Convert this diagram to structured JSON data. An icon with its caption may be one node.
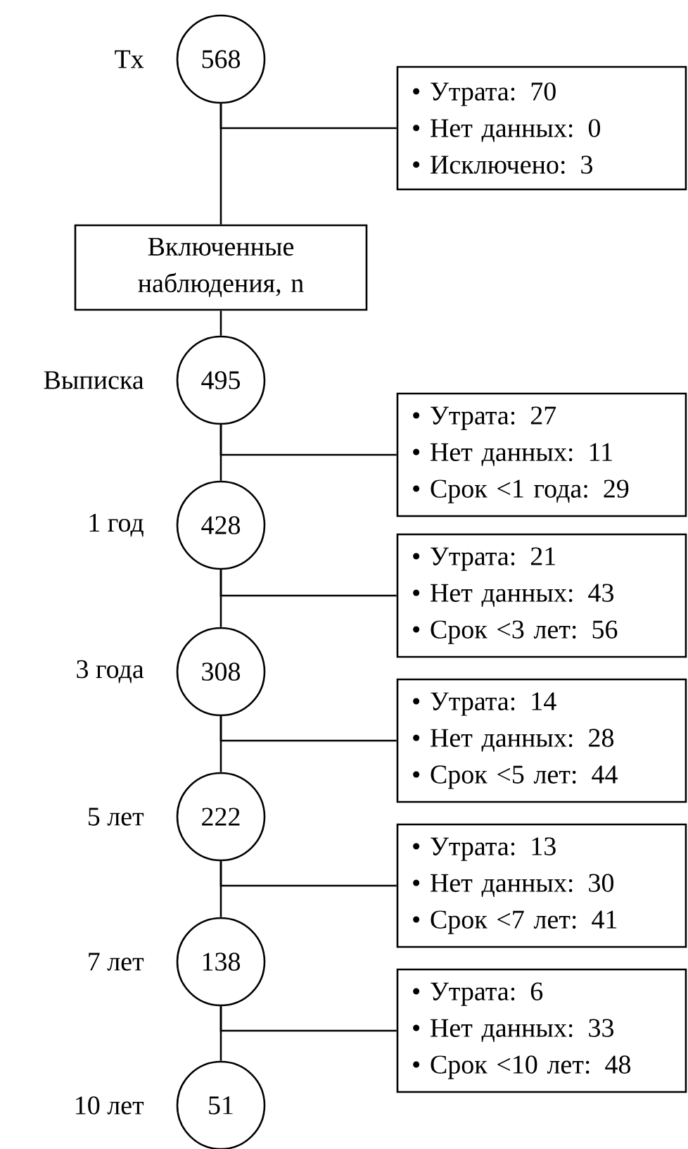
{
  "diagram": {
    "nodes": [
      {
        "text": [
          "568"
        ],
        "beside": [
          "Tx"
        ]
      },
      {
        "text": [
          "• Утрата: 70",
          "• Нет данных: 0",
          "• Исключено: 3"
        ]
      },
      {
        "text": [
          "Включенные наблюдения, n"
        ]
      },
      {
        "text": [
          "495"
        ],
        "beside": [
          "Выписка"
        ]
      },
      {
        "text": [
          "• Утрата: 27",
          "• Нет данных: 11",
          "• Срок <1 года: 29"
        ]
      },
      {
        "text": [
          "428"
        ],
        "beside": [
          "1 год"
        ]
      },
      {
        "text": [
          "• Утрата: 21",
          "• Нет данных: 43",
          "• Срок <3 лет: 56"
        ]
      },
      {
        "text": [
          "308"
        ],
        "beside": [
          "3 года"
        ]
      },
      {
        "text": [
          "• Утрата: 14",
          "• Нет данных: 28",
          "• Срок <5 лет: 44"
        ]
      },
      {
        "text": [
          "222"
        ],
        "beside": [
          "5 лет"
        ]
      },
      {
        "text": [
          "• Утрата: 13",
          "• Нет данных: 30",
          "• Срок <7 лет: 41"
        ]
      },
      {
        "text": [
          "138"
        ],
        "beside": [
          "7 лет"
        ]
      },
      {
        "text": [
          "• Утрата: 6",
          "• Нет данных: 33",
          "• Срок <10 лет: 48"
        ]
      },
      {
        "text": [
          "51"
        ],
        "beside": [
          "10 лет"
        ]
      }
    ],
    "edges": [
      {
        "from": 0,
        "to": 2,
        "arrow": "none"
      },
      {
        "from": 0,
        "to": 1,
        "arrow": "none"
      },
      {
        "from": 2,
        "to": 3,
        "arrow": "none"
      },
      {
        "from": 3,
        "to": 5,
        "arrow": "none"
      },
      {
        "from": 3,
        "to": 4,
        "arrow": "none"
      },
      {
        "from": 5,
        "to": 7,
        "arrow": "none"
      },
      {
        "from": 5,
        "to": 6,
        "arrow": "none"
      },
      {
        "from": 7,
        "to": 9,
        "arrow": "none"
      },
      {
        "from": 7,
        "to": 8,
        "arrow": "none"
      },
      {
        "from": 9,
        "to": 11,
        "arrow": "none"
      },
      {
        "from": 9,
        "to": 10,
        "arrow": "none"
      },
      {
        "from": 11,
        "to": 13,
        "arrow": "none"
      },
      {
        "from": 11,
        "to": 12,
        "arrow": "none"
      }
    ]
  }
}
